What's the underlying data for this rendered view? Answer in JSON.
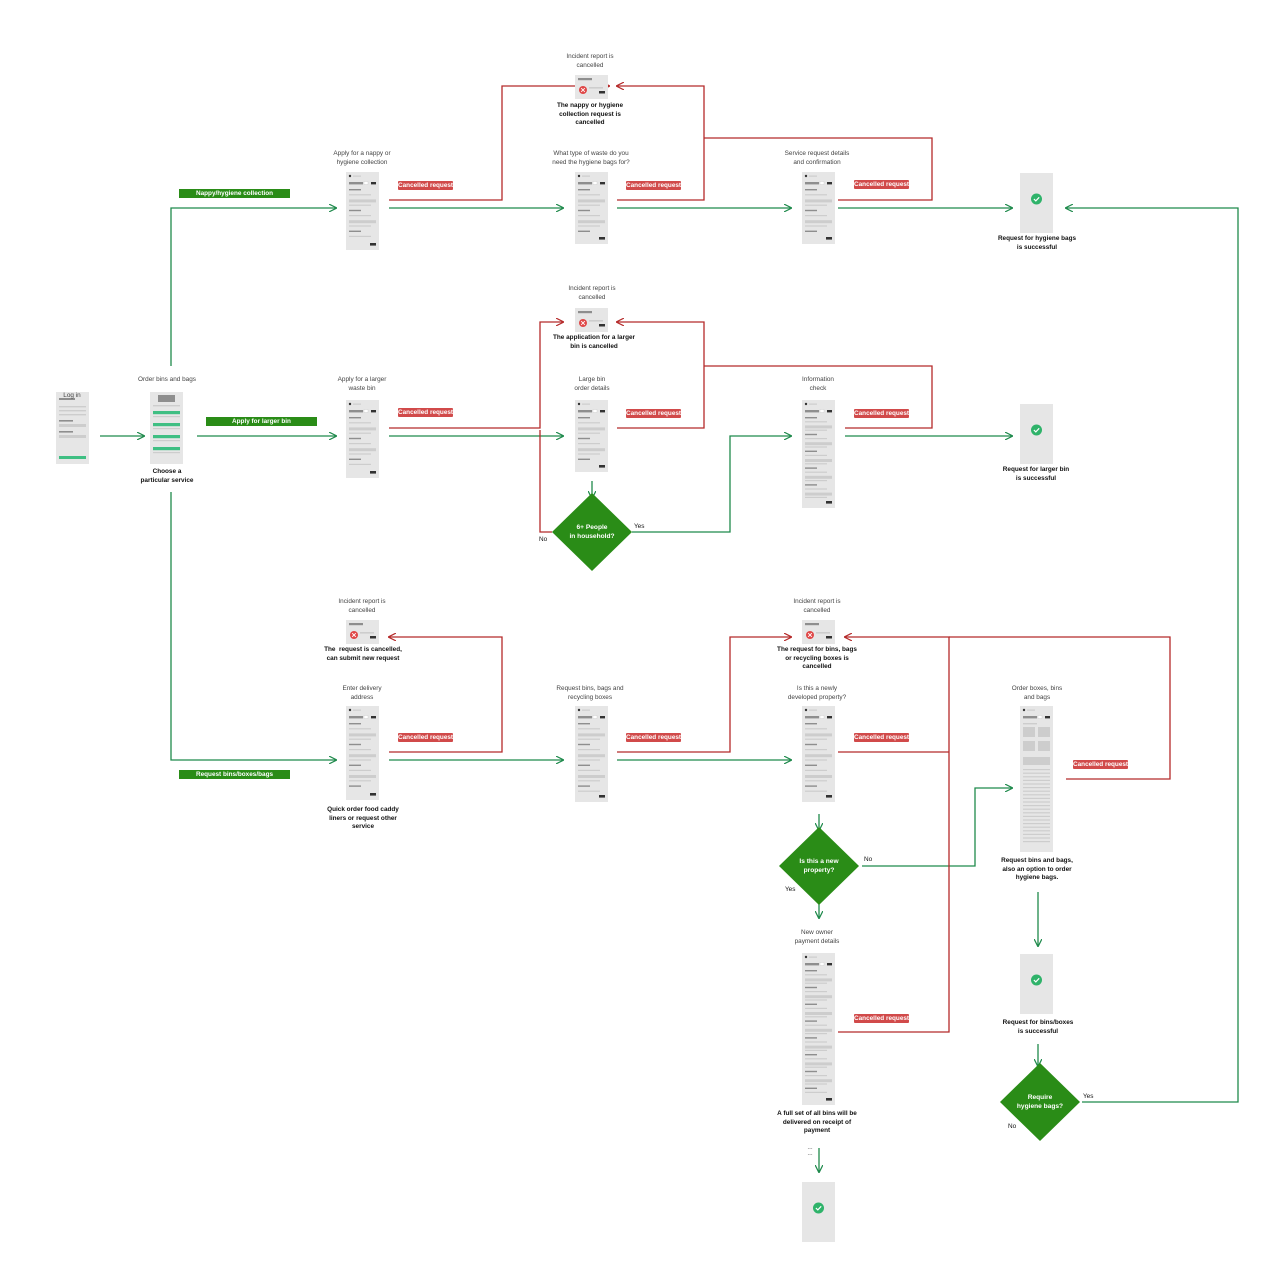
{
  "nodes": {
    "log_in": "Log in",
    "order_bins": "Order bins and bags",
    "order_bins_caption": "Choose a\nparticular service",
    "apply_nappy": "Apply for a nappy or\nhygiene collection",
    "waste_type": "What type of waste do you\nneed the hygiene bags for?",
    "service_details": "Service request details\nand confirmation",
    "hygiene_success": "Request for hygiene bags\nis successful",
    "incident_1": "Incident report is\ncancelled",
    "incident_1_caption": "The nappy or hygiene\ncollection request is\ncancelled",
    "apply_larger": "Apply for a larger\nwaste bin",
    "larger_details": "Large bin\norder details",
    "information_check": "Information\ncheck",
    "larger_success": "Request for larger bin\nis successful",
    "incident_2": "Incident report is\ncancelled",
    "incident_2_caption": "The application for a larger\nbin is cancelled",
    "incident_3": "Incident report is\ncancelled",
    "incident_3_caption": "The  request is cancelled,\ncan submit new request",
    "delivery_address": "Enter delivery\naddress",
    "delivery_caption": "Quick order food caddy\nliners or request other\nservice",
    "request_boxes": "Request bins, bags and\nrecycling boxes",
    "newly_developed": "Is this a newly\ndeveloped property?",
    "incident_4": "Incident report is\ncancelled",
    "incident_4_caption": "The request for bins, bags\nor recycling boxes is\ncancelled",
    "order_boxes": "Order boxes, bins\nand bags",
    "order_boxes_caption": "Request bins and bags,\nalso an option to order\nhygiene bags.",
    "bins_success": "Request for bins/boxes\nis successful",
    "new_owner_payment": "New owner\npayment details",
    "payment_caption": "A full set of all bins will be\ndelivered on receipt of\npayment",
    "payment_ellipsis": "...\n..."
  },
  "decisions": {
    "people": "6+ People\nin household?",
    "new_property": "Is this a new\nproperty?",
    "require_hygiene": "Require\nhygiene bags?"
  },
  "answers": {
    "yes": "Yes",
    "no": "No"
  },
  "edges": {
    "nappy": "Nappy/hygiene collection",
    "larger_bin": "Apply for larger bin",
    "request_bins": "Request bins/boxes/bags",
    "cancelled": "Cancelled request"
  },
  "colors": {
    "green_line": "#1f8a4c",
    "red_line": "#b52a2a",
    "label_green": "#2a8c17",
    "label_red": "#d14a4a",
    "decision": "#2a8c17",
    "screen_bg": "#e6e6e6",
    "screen_bar": "#8e8e8e",
    "screen_field": "#cdcdcd",
    "button_green": "#3fbf83",
    "success": "#2fb36a",
    "error": "#e04848"
  }
}
